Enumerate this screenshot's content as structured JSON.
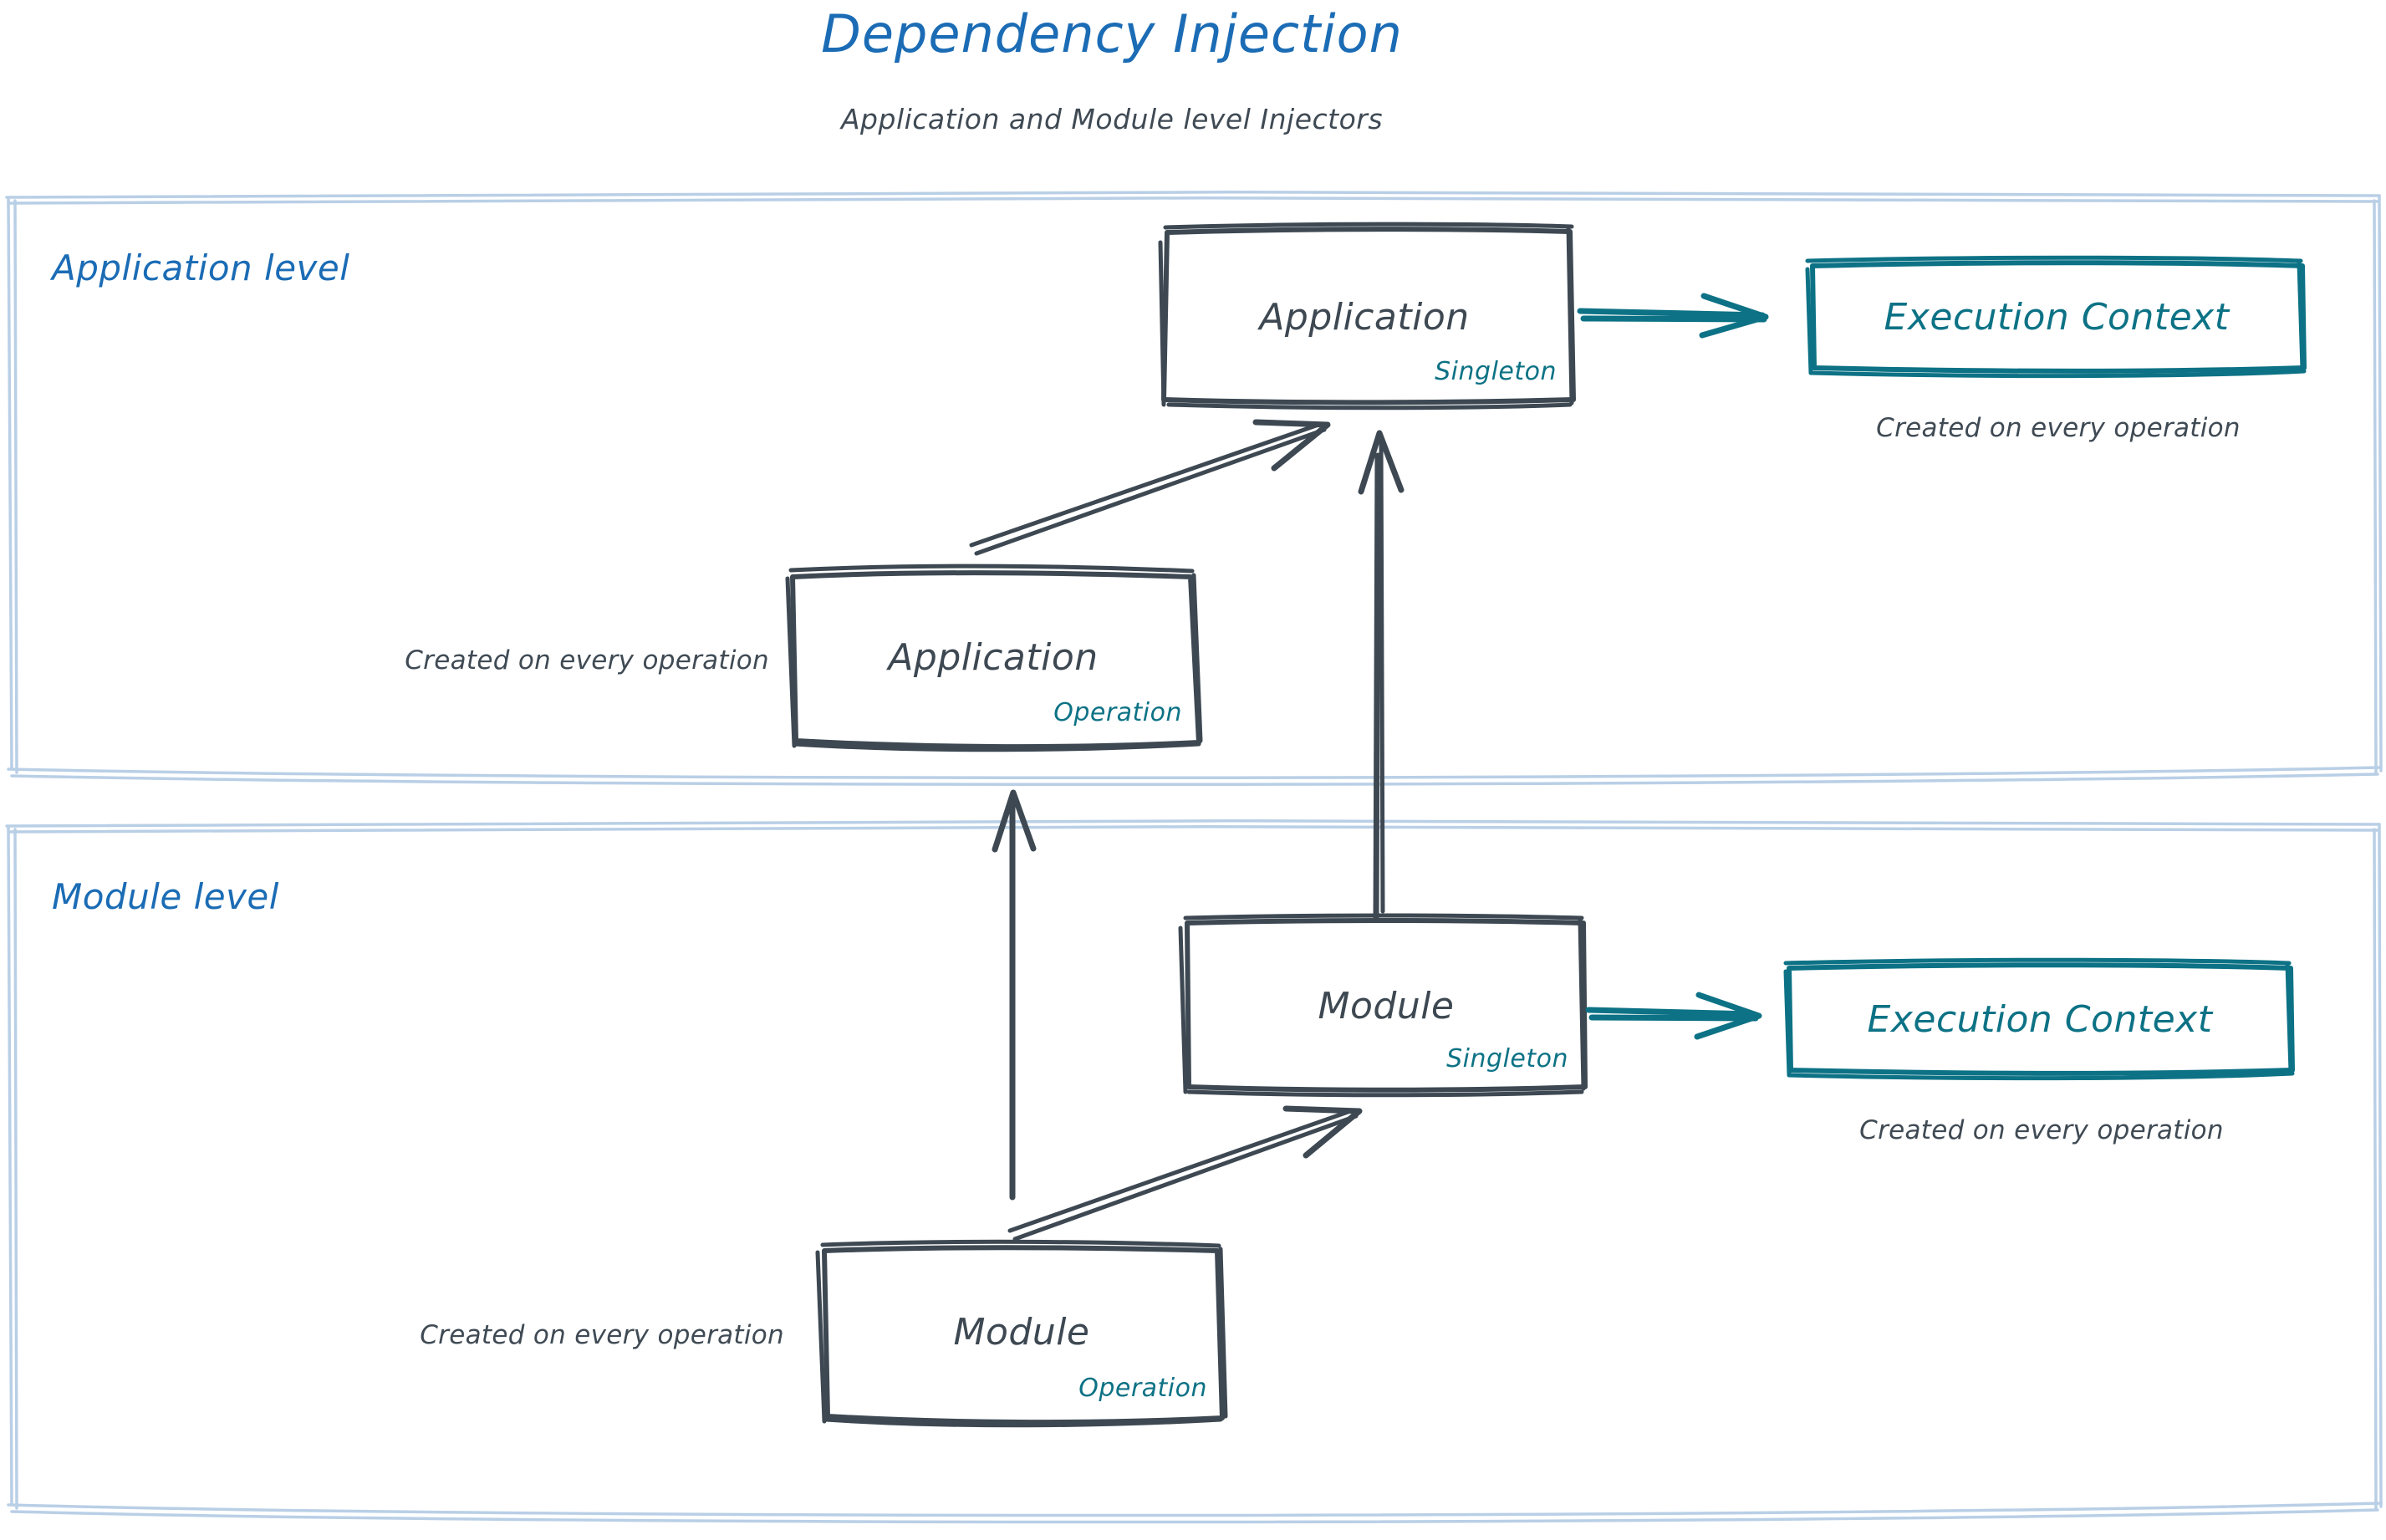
{
  "header": {
    "title": "Dependency Injection",
    "subtitle": "Application and Module level Injectors",
    "title_color": "#1b6cb5",
    "subtitle_color": "#3f4a54"
  },
  "colors": {
    "blue": "#1b6cb5",
    "container_border": "#b9cfe6",
    "node_stroke": "#3d4852",
    "teal": "#0d7285",
    "text_dark": "#3f4a54"
  },
  "groups": [
    {
      "id": "application-level",
      "label": "Application level"
    },
    {
      "id": "module-level",
      "label": "Module level"
    }
  ],
  "nodes": {
    "app_singleton": {
      "title": "Application",
      "scope": "Singleton"
    },
    "app_operation": {
      "title": "Application",
      "scope": "Operation"
    },
    "module_singleton": {
      "title": "Module",
      "scope": "Singleton"
    },
    "module_operation": {
      "title": "Module",
      "scope": "Operation"
    },
    "app_context": {
      "title": "Execution Context"
    },
    "module_context": {
      "title": "Execution Context"
    }
  },
  "captions": {
    "app_context_note": "Created on every operation",
    "app_operation_note": "Created on every operation",
    "module_context_note": "Created on every operation",
    "module_operation_note": "Created on every operation"
  }
}
